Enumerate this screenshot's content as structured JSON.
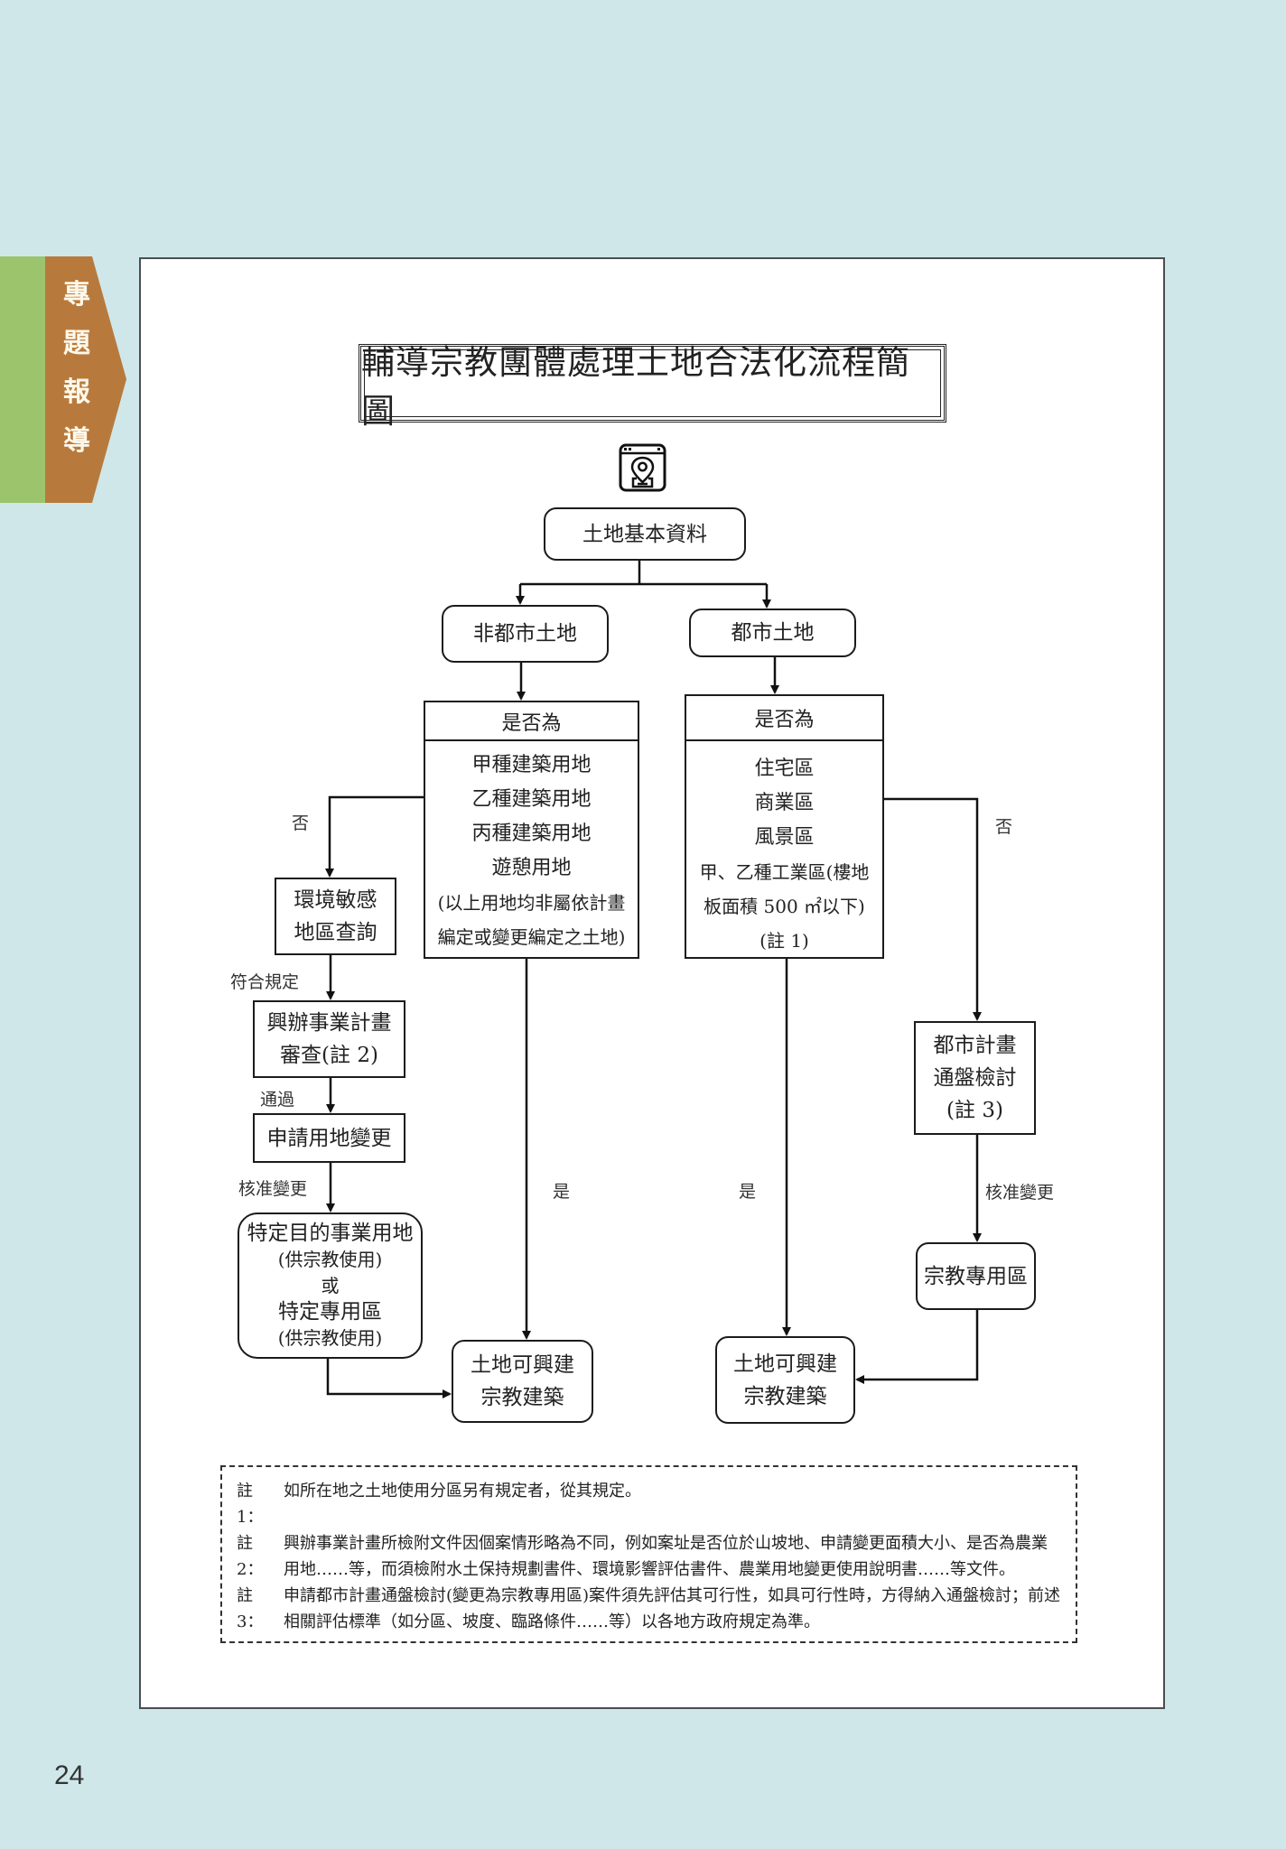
{
  "side_tab": {
    "label": [
      "專",
      "題",
      "報",
      "導"
    ],
    "colors": {
      "green": "#9bc46d",
      "brown": "#b87a3c"
    }
  },
  "page_number": "24",
  "diagram": {
    "title": "輔導宗教團體處理土地合法化流程簡圖",
    "start_icon": "map-location-window-icon",
    "nodes": {
      "land_basic": "土地基本資料",
      "non_urban": "非都市土地",
      "urban": "都市土地",
      "non_urban_check": {
        "header": "是否為",
        "lines": [
          "甲種建築用地",
          "乙種建築用地",
          "丙種建築用地",
          "遊憩用地",
          "(以上用地均非屬依計畫",
          "編定或變更編定之土地)"
        ]
      },
      "urban_check": {
        "header": "是否為",
        "lines": [
          "住宅區",
          "商業區",
          "風景區",
          "甲、乙種工業區(樓地",
          "板面積 500 ㎡以下)",
          "(註 1)"
        ]
      },
      "env_query": [
        "環境敏感",
        "地區查詢"
      ],
      "project_review": [
        "興辦事業計畫",
        "審查(註 2)"
      ],
      "apply_change": "申請用地變更",
      "special_use": [
        "特定目的事業用地",
        "(供宗教使用)",
        "或",
        "特定專用區",
        "(供宗教使用)"
      ],
      "buildable_left": [
        "土地可興建",
        "宗教建築"
      ],
      "buildable_right": [
        "土地可興建",
        "宗教建築"
      ],
      "urban_plan_review": [
        "都市計畫",
        "通盤檢討",
        "(註 3)"
      ],
      "religious_zone": "宗教專用區"
    },
    "edge_labels": {
      "left_no": "否",
      "right_no": "否",
      "compliant": "符合規定",
      "passed": "通過",
      "approved_left": "核准變更",
      "approved_right": "核准變更",
      "yes_left": "是",
      "yes_right": "是"
    }
  },
  "notes": [
    {
      "key": "註 1：",
      "text": "如所在地之土地使用分區另有規定者，從其規定。"
    },
    {
      "key": "註 2：",
      "text": "興辦事業計畫所檢附文件因個案情形略為不同，例如案址是否位於山坡地、申請變更面積大小、是否為農業用地……等，而須檢附水土保持規劃書件、環境影響評估書件、農業用地變更使用說明書……等文件。"
    },
    {
      "key": "註 3：",
      "text": "申請都市計畫通盤檢討(變更為宗教專用區)案件須先評估其可行性，如具可行性時，方得納入通盤檢討；前述相關評估標準（如分區、坡度、臨路條件……等）以各地方政府規定為準。"
    }
  ]
}
